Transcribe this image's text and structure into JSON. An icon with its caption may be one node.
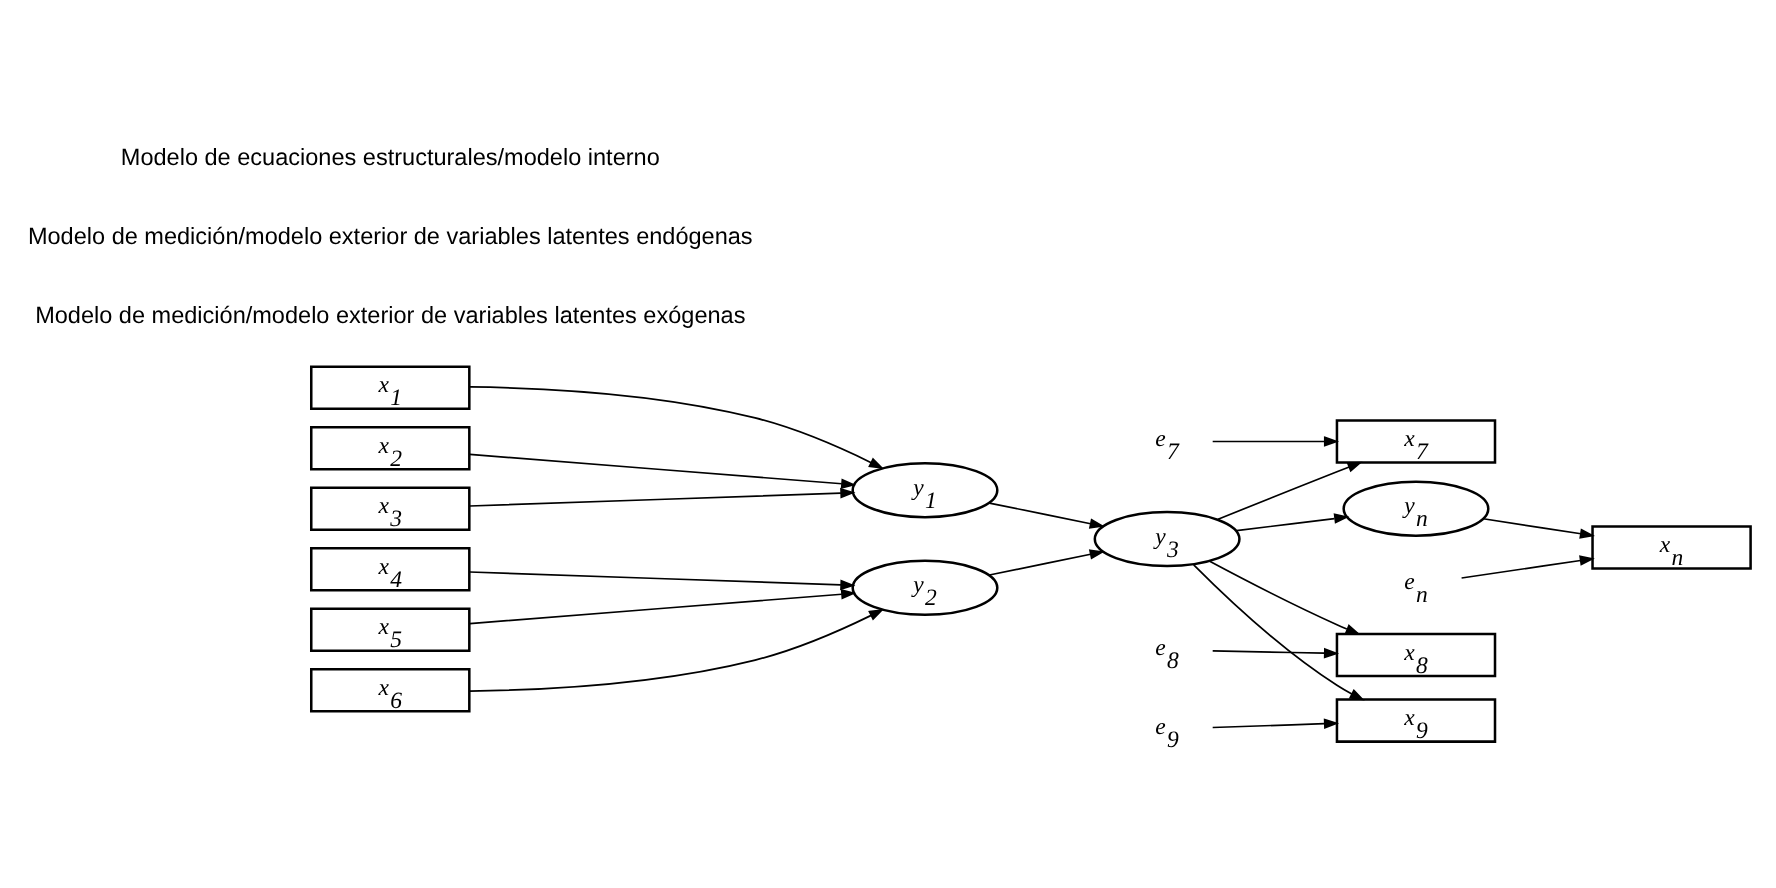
{
  "diagram": {
    "nodes": [
      {
        "text": [
          "x$_{1}$"
        ]
      },
      {
        "text": [
          "x$_{2}$"
        ]
      },
      {
        "text": [
          "x$_{3}$"
        ]
      },
      {
        "text": [
          "x$_{4}$"
        ]
      },
      {
        "text": [
          "x$_{5}$"
        ]
      },
      {
        "text": [
          "x$_{6}$"
        ]
      },
      {
        "text": [
          "y$_{1}$"
        ]
      },
      {
        "text": [
          "y$_{2}$"
        ]
      },
      {
        "text": [
          "y$_{3}$"
        ]
      },
      {
        "text": [
          "y$_{n}$"
        ]
      },
      {
        "text": [
          "x$_{7}$"
        ]
      },
      {
        "text": [
          "x$_{8}$"
        ]
      },
      {
        "text": [
          "x$_{9}$"
        ]
      },
      {
        "text": [
          "x$_{n}$"
        ]
      },
      {
        "text": [
          "e$_{7}$"
        ]
      },
      {
        "text": [
          "e$_{8}$"
        ]
      },
      {
        "text": [
          "e$_{9}$"
        ]
      },
      {
        "text": [
          "e$_{n}$"
        ]
      }
    ],
    "edges": [
      {
        "from": 0,
        "to": 6,
        "arrow": "to"
      },
      {
        "from": 1,
        "to": 6,
        "arrow": "to"
      },
      {
        "from": 2,
        "to": 6,
        "arrow": "to"
      },
      {
        "from": 3,
        "to": 7,
        "arrow": "to"
      },
      {
        "from": 4,
        "to": 7,
        "arrow": "to"
      },
      {
        "from": 5,
        "to": 7,
        "arrow": "to"
      },
      {
        "from": 6,
        "to": 8,
        "arrow": "to"
      },
      {
        "from": 7,
        "to": 8,
        "arrow": "to"
      },
      {
        "from": 8,
        "to": 10,
        "arrow": "to"
      },
      {
        "from": 8,
        "to": 11,
        "arrow": "to"
      },
      {
        "from": 8,
        "to": 12,
        "arrow": "to"
      },
      {
        "from": 8,
        "to": 9,
        "arrow": "to"
      },
      {
        "from": 9,
        "to": 13,
        "arrow": "to"
      },
      {
        "from": 14,
        "to": 10,
        "arrow": "to"
      },
      {
        "from": 15,
        "to": 11,
        "arrow": "to"
      },
      {
        "from": 16,
        "to": 12,
        "arrow": "to"
      },
      {
        "from": 17,
        "to": 13,
        "arrow": "to"
      }
    ],
    "labels": [
      "Modelo de medición/modelo exterior de variables latentes exógenas",
      "Modelo de medición/modelo exterior de variables latentes endógenas",
      "Modelo de ecuaciones estructurales/modelo interno"
    ]
  }
}
